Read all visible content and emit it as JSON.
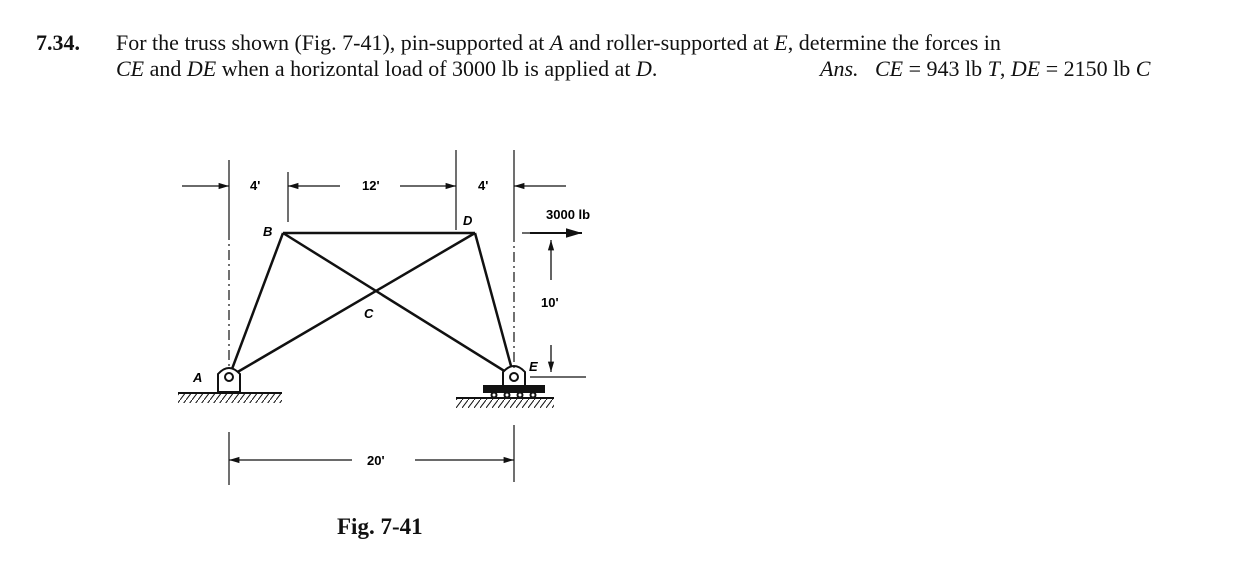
{
  "problem": {
    "number": "7.34.",
    "line1_a": "For the truss shown (Fig. 7-41), pin-supported at ",
    "line1_A": "A",
    "line1_b": " and roller-supported at ",
    "line1_E": "E",
    "line1_c": ", determine the forces in",
    "line2_CE": "CE",
    "line2_a": " and ",
    "line2_DE": "DE",
    "line2_b": " when a horizontal load of 3000 lb is applied at ",
    "line2_D": "D",
    "line2_c": ".",
    "ans_label": "Ans.",
    "ans_CE": "CE",
    "ans_CE_val": " = 943 lb ",
    "ans_T": "T",
    "ans_sep": ", ",
    "ans_DE": "DE",
    "ans_DE_val": " = 2150 lb ",
    "ans_C": "C"
  },
  "figure": {
    "caption": "Fig. 7-41",
    "nodes": {
      "A": "A",
      "B": "B",
      "C": "C",
      "D": "D",
      "E": "E"
    },
    "dims": {
      "top_left": "4'",
      "top_mid": "12'",
      "top_right": "4'",
      "height": "10'",
      "bottom": "20'"
    },
    "load": "3000 lb"
  }
}
